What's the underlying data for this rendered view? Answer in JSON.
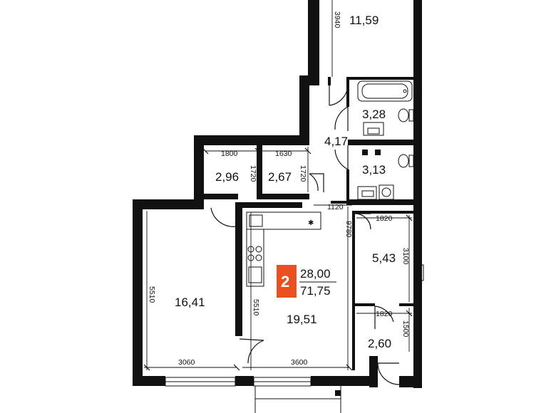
{
  "rooms": {
    "top_room": "11,59",
    "bath": "3,28",
    "hall": "4,17",
    "wc": "3,13",
    "closet_a": "2,96",
    "closet_b": "2,67",
    "bedroom": "16,41",
    "living_kitchen": "19,51",
    "room_right": "5,43",
    "storage_right": "2,60"
  },
  "dimensions": {
    "d3940": "3940",
    "d1800": "1800",
    "d1630": "1630",
    "d1720a": "1720",
    "d1720b": "1720",
    "d1120": "1120",
    "d9780": "9780",
    "d1820a": "1820",
    "d3100": "3100",
    "d1820b": "1820",
    "d1500": "1500",
    "d5510a": "5510",
    "d5510b": "5510",
    "d3060": "3060",
    "d3600": "3600"
  },
  "badge": {
    "rooms_count": "2",
    "living_area": "28,00",
    "total_area": "71,75",
    "accent_color": "#e8501f"
  }
}
